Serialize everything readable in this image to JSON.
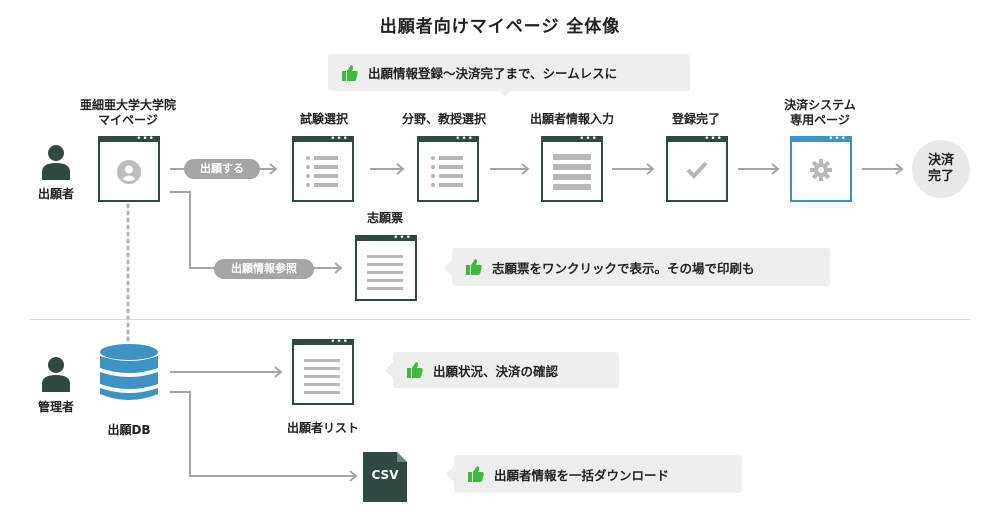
{
  "title": "出願者向けマイページ 全体像",
  "roles": {
    "applicant": "出願者",
    "admin": "管理者"
  },
  "nodes": {
    "mypage_label_line1": "亜細亜大学大学院",
    "mypage_label_line2": "マイページ",
    "exam_select": "試験選択",
    "field_select": "分野、教授選択",
    "info_input": "出願者情報入力",
    "reg_complete": "登録完了",
    "payment_line1": "決済システム",
    "payment_line2": "専用ページ",
    "payment_done_line1": "決済",
    "payment_done_line2": "完了",
    "application_form": "志願票",
    "db": "出願DB",
    "applicant_list": "出願者リスト",
    "csv": "CSV"
  },
  "pills": {
    "apply": "出願する",
    "info_ref": "出願情報参照"
  },
  "callouts": {
    "seamless": "出願情報登録～決済完了まで、シームレスに",
    "print": "志願票をワンクリックで表示。その場で印刷も",
    "status": "出願状況、決済の確認",
    "download": "出願者情報を一括ダウンロード"
  },
  "colors": {
    "dark": "#2f4a45",
    "blue": "#3f93c4",
    "gray": "#a6a6a6",
    "green": "#3dbb3d",
    "callout_bg": "#eeeeee"
  },
  "icons": [
    "person-icon",
    "user-avatar-icon",
    "checkmark-icon",
    "gear-icon",
    "database-icon",
    "thumbs-up-icon",
    "csv-file-icon"
  ]
}
